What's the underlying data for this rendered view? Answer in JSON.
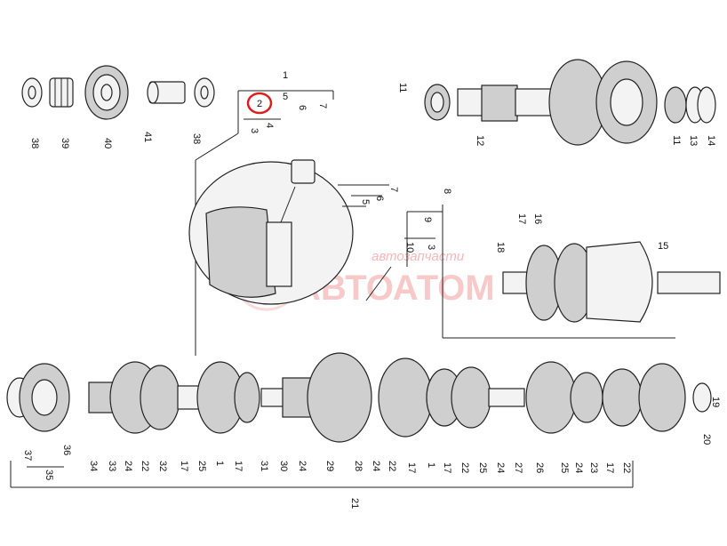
{
  "watermark": {
    "top": "автозапчасти",
    "brand": "АВТОАТОМ",
    "color": "#f08a8a"
  },
  "highlight": {
    "part": "2",
    "color": "#d8201f"
  },
  "callouts": {
    "p38a": "38",
    "p39": "39",
    "p40": "40",
    "p41": "41",
    "p38b": "38",
    "p1top": "1",
    "p2": "2",
    "p3a": "3",
    "p4": "4",
    "p5": "5",
    "p6": "6",
    "p7": "7",
    "p7b": "7",
    "p6b": "6",
    "p5b": "5",
    "p9": "9",
    "p10": "10",
    "p3b": "3",
    "p8": "8",
    "p11a": "11",
    "p12": "12",
    "p11b": "11",
    "p13": "13",
    "p14": "14",
    "p15": "15",
    "p16": "16",
    "p17top": "17",
    "p18": "18",
    "p19": "19",
    "p20": "20",
    "b37": "37",
    "b35": "35",
    "b36": "36",
    "b34": "34",
    "b33": "33",
    "b24a": "24",
    "b22a": "22",
    "b32": "32",
    "b17a": "17",
    "b25a": "25",
    "b1a": "1",
    "b17b": "17",
    "b31": "31",
    "b30": "30",
    "b24b": "24",
    "b29": "29",
    "b28": "28",
    "b24c": "24",
    "b22b": "22",
    "b17c": "17",
    "b1b": "1",
    "b17d": "17",
    "b22c": "22",
    "b25b": "25",
    "b24d": "24",
    "b27": "27",
    "b26": "26",
    "b25c": "25",
    "b24e": "24",
    "b23": "23",
    "b17e": "17",
    "b22d": "22",
    "b21": "21"
  }
}
